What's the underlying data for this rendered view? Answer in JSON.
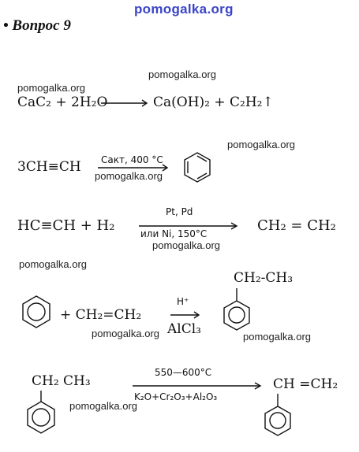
{
  "watermark": "pomogalka.org",
  "header": {
    "bullet": "•",
    "title": "Вопрос 9"
  },
  "reactions": [
    {
      "left": "CaC₂ + 2H₂O",
      "right": "Ca(OH)₂ + C₂H₂↑"
    },
    {
      "left": "3CH≡CH",
      "conditions": "Cакт, 400 °C",
      "product_icon": "benzene-ring-icon"
    },
    {
      "left": "HC≡CH + H₂",
      "conditions_top": "Pt, Pd",
      "conditions_bottom": "или Ni, 150°C",
      "right": "CH₂ = CH₂"
    },
    {
      "reactant_icon": "benzene-ring-icon",
      "left": "+ CH₂=CH₂",
      "conditions_top": "H⁺",
      "conditions_bottom": "AlCl₃",
      "product_substituent": "CH₂-CH₃",
      "product_icon": "ethylbenzene-icon"
    },
    {
      "reactant_substituent": "CH₂ CH₃",
      "reactant_icon": "ethylbenzene-icon",
      "conditions_top": "550—600°C",
      "conditions_bottom": "K₂O+Cr₂O₃+Al₂O₃",
      "product_substituent": "CH =CH₂",
      "product_icon": "styrene-icon"
    }
  ]
}
